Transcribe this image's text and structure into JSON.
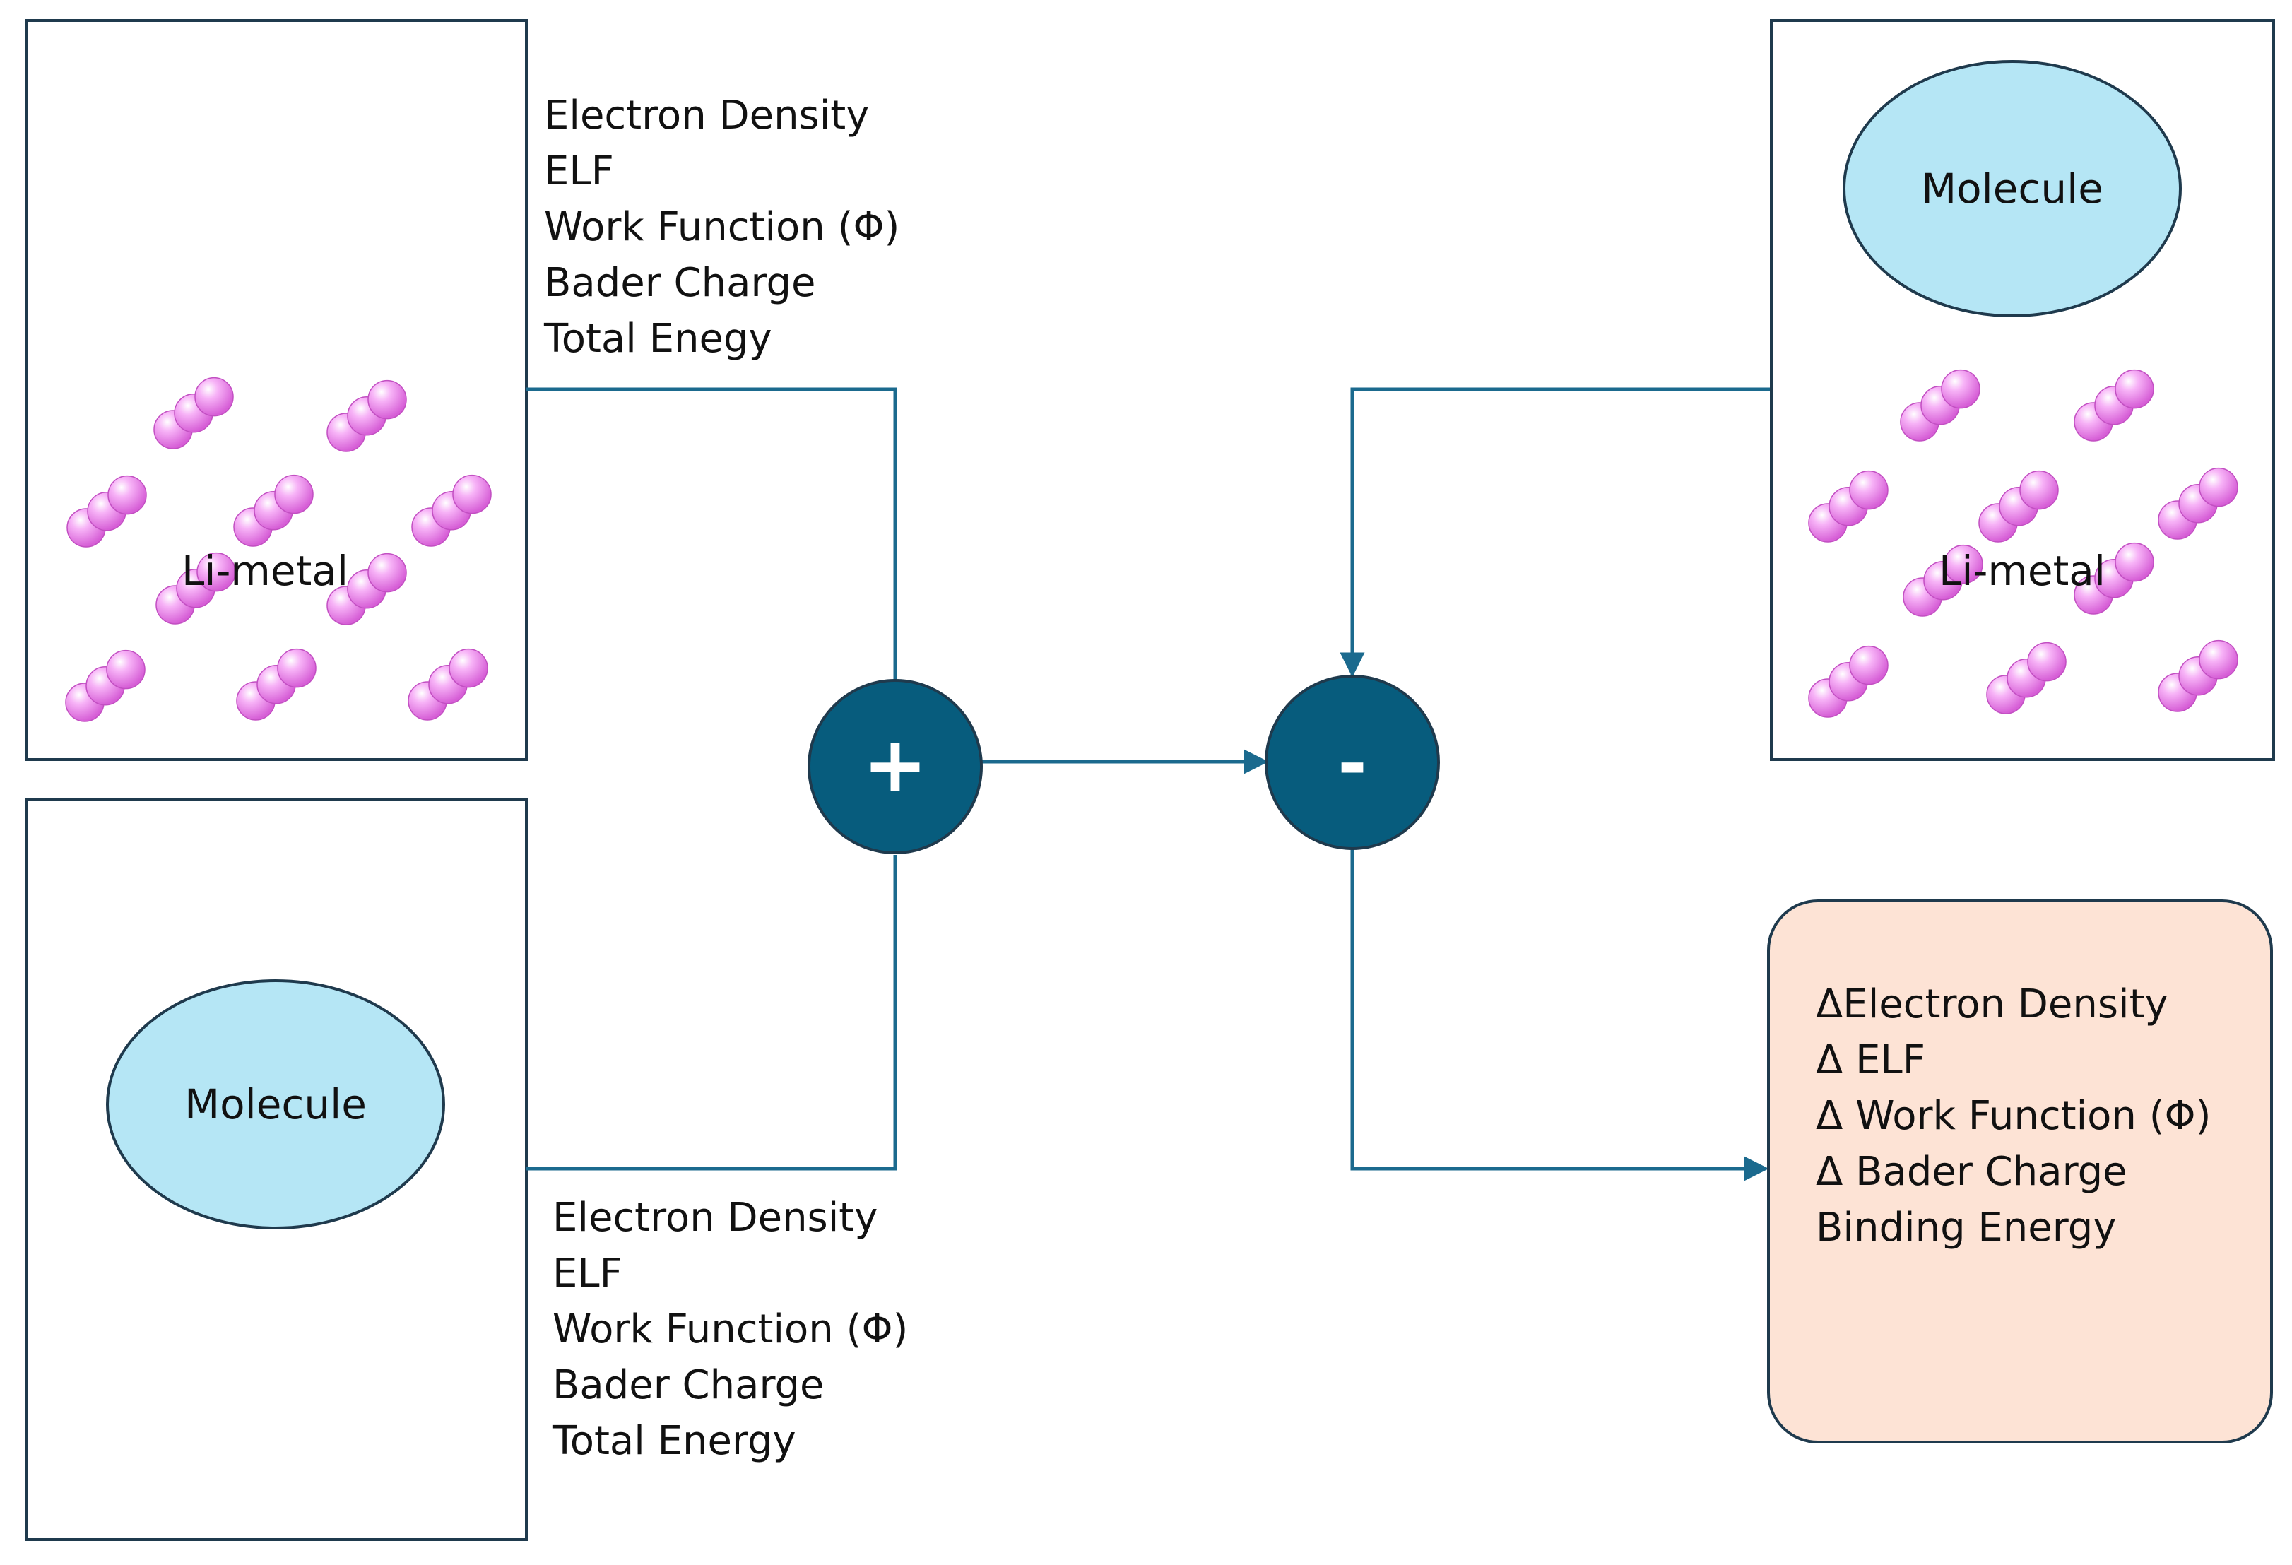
{
  "slab_top_left": {
    "label": "Li-metal",
    "properties": [
      "Electron Density",
      "ELF",
      "Work Function (Φ)",
      "Bader Charge",
      "Total Enegy"
    ]
  },
  "molecule_bottom_left": {
    "label": "Molecule",
    "properties": [
      "Electron Density",
      "ELF",
      "Work Function (Φ)",
      "Bader Charge",
      "Total Energy"
    ]
  },
  "combined_system": {
    "molecule_label": "Molecule",
    "slab_label": "Li-metal"
  },
  "operators": {
    "plus": "+",
    "minus": "-"
  },
  "result_box": {
    "properties": [
      "ΔElectron Density",
      "Δ ELF",
      "Δ Work Function (Φ)",
      "Δ Bader Charge",
      "Binding Energy"
    ]
  },
  "colors": {
    "connector": "#1b6a8e",
    "operator_fill": "#075c7d",
    "atom": "#ee82ee",
    "molecule_fill": "#b5e6f5",
    "result_fill": "#fde3d5",
    "box_border": "#1f3a4d"
  }
}
